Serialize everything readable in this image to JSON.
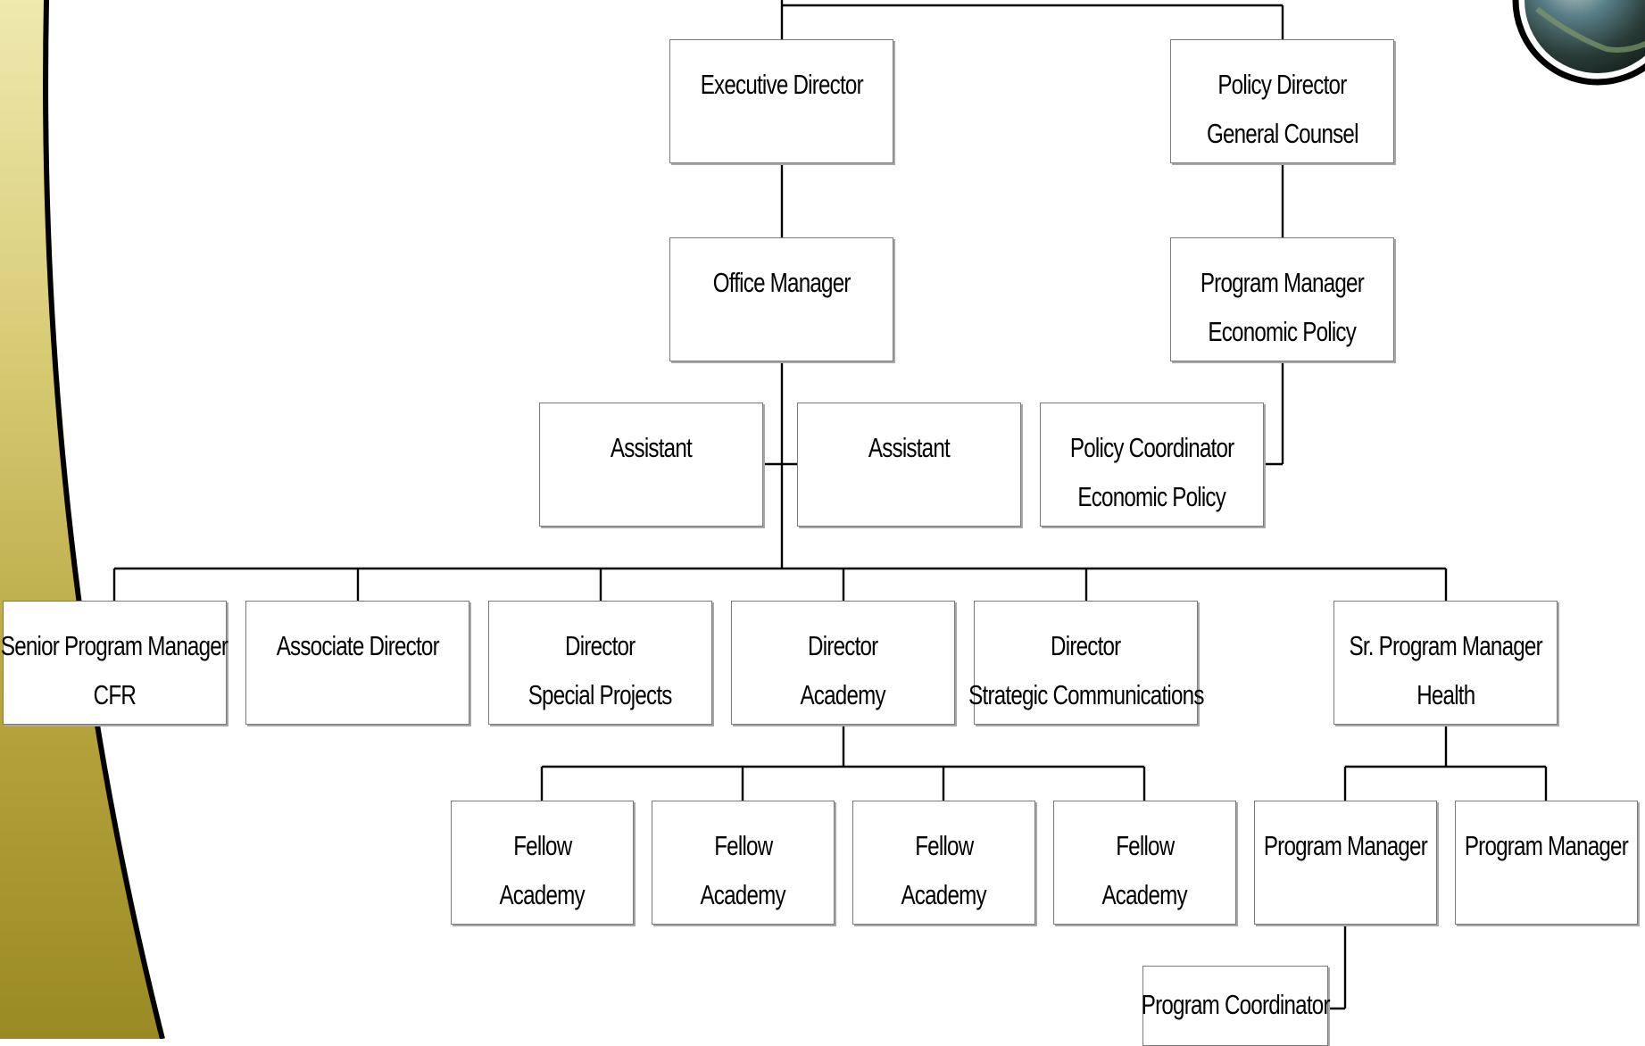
{
  "chart": {
    "top_row": {
      "executive_director": "Executive Director",
      "policy_director": [
        "Policy Director",
        "General Counsel"
      ]
    },
    "office_manager": "Office Manager",
    "program_manager_economic": [
      "Program Manager",
      "Economic Policy"
    ],
    "assistants": [
      "Assistant",
      "Assistant"
    ],
    "policy_coordinator": [
      "Policy Coordinator",
      "Economic Policy"
    ],
    "department_row": [
      [
        "Senior Program Manager",
        "CFR"
      ],
      [
        "Associate Director"
      ],
      [
        "Director",
        "Special Projects"
      ],
      [
        "Director",
        "Academy"
      ],
      [
        "Director",
        "Strategic Communications"
      ],
      [
        "Sr. Program Manager",
        "Health"
      ]
    ],
    "academy_fellows": [
      [
        "Fellow",
        "Academy"
      ],
      [
        "Fellow",
        "Academy"
      ],
      [
        "Fellow",
        "Academy"
      ],
      [
        "Fellow",
        "Academy"
      ]
    ],
    "health_program_managers": [
      "Program Manager",
      "Program Manager"
    ],
    "program_coordinator": "Program Coordinator"
  },
  "colors": {
    "band_light": "#ebe4a2",
    "band_dark": "#9a8a24",
    "box_border": "#7a7a7a",
    "connector": "#000000"
  },
  "icons": {
    "globe": "globe-logo-icon"
  }
}
